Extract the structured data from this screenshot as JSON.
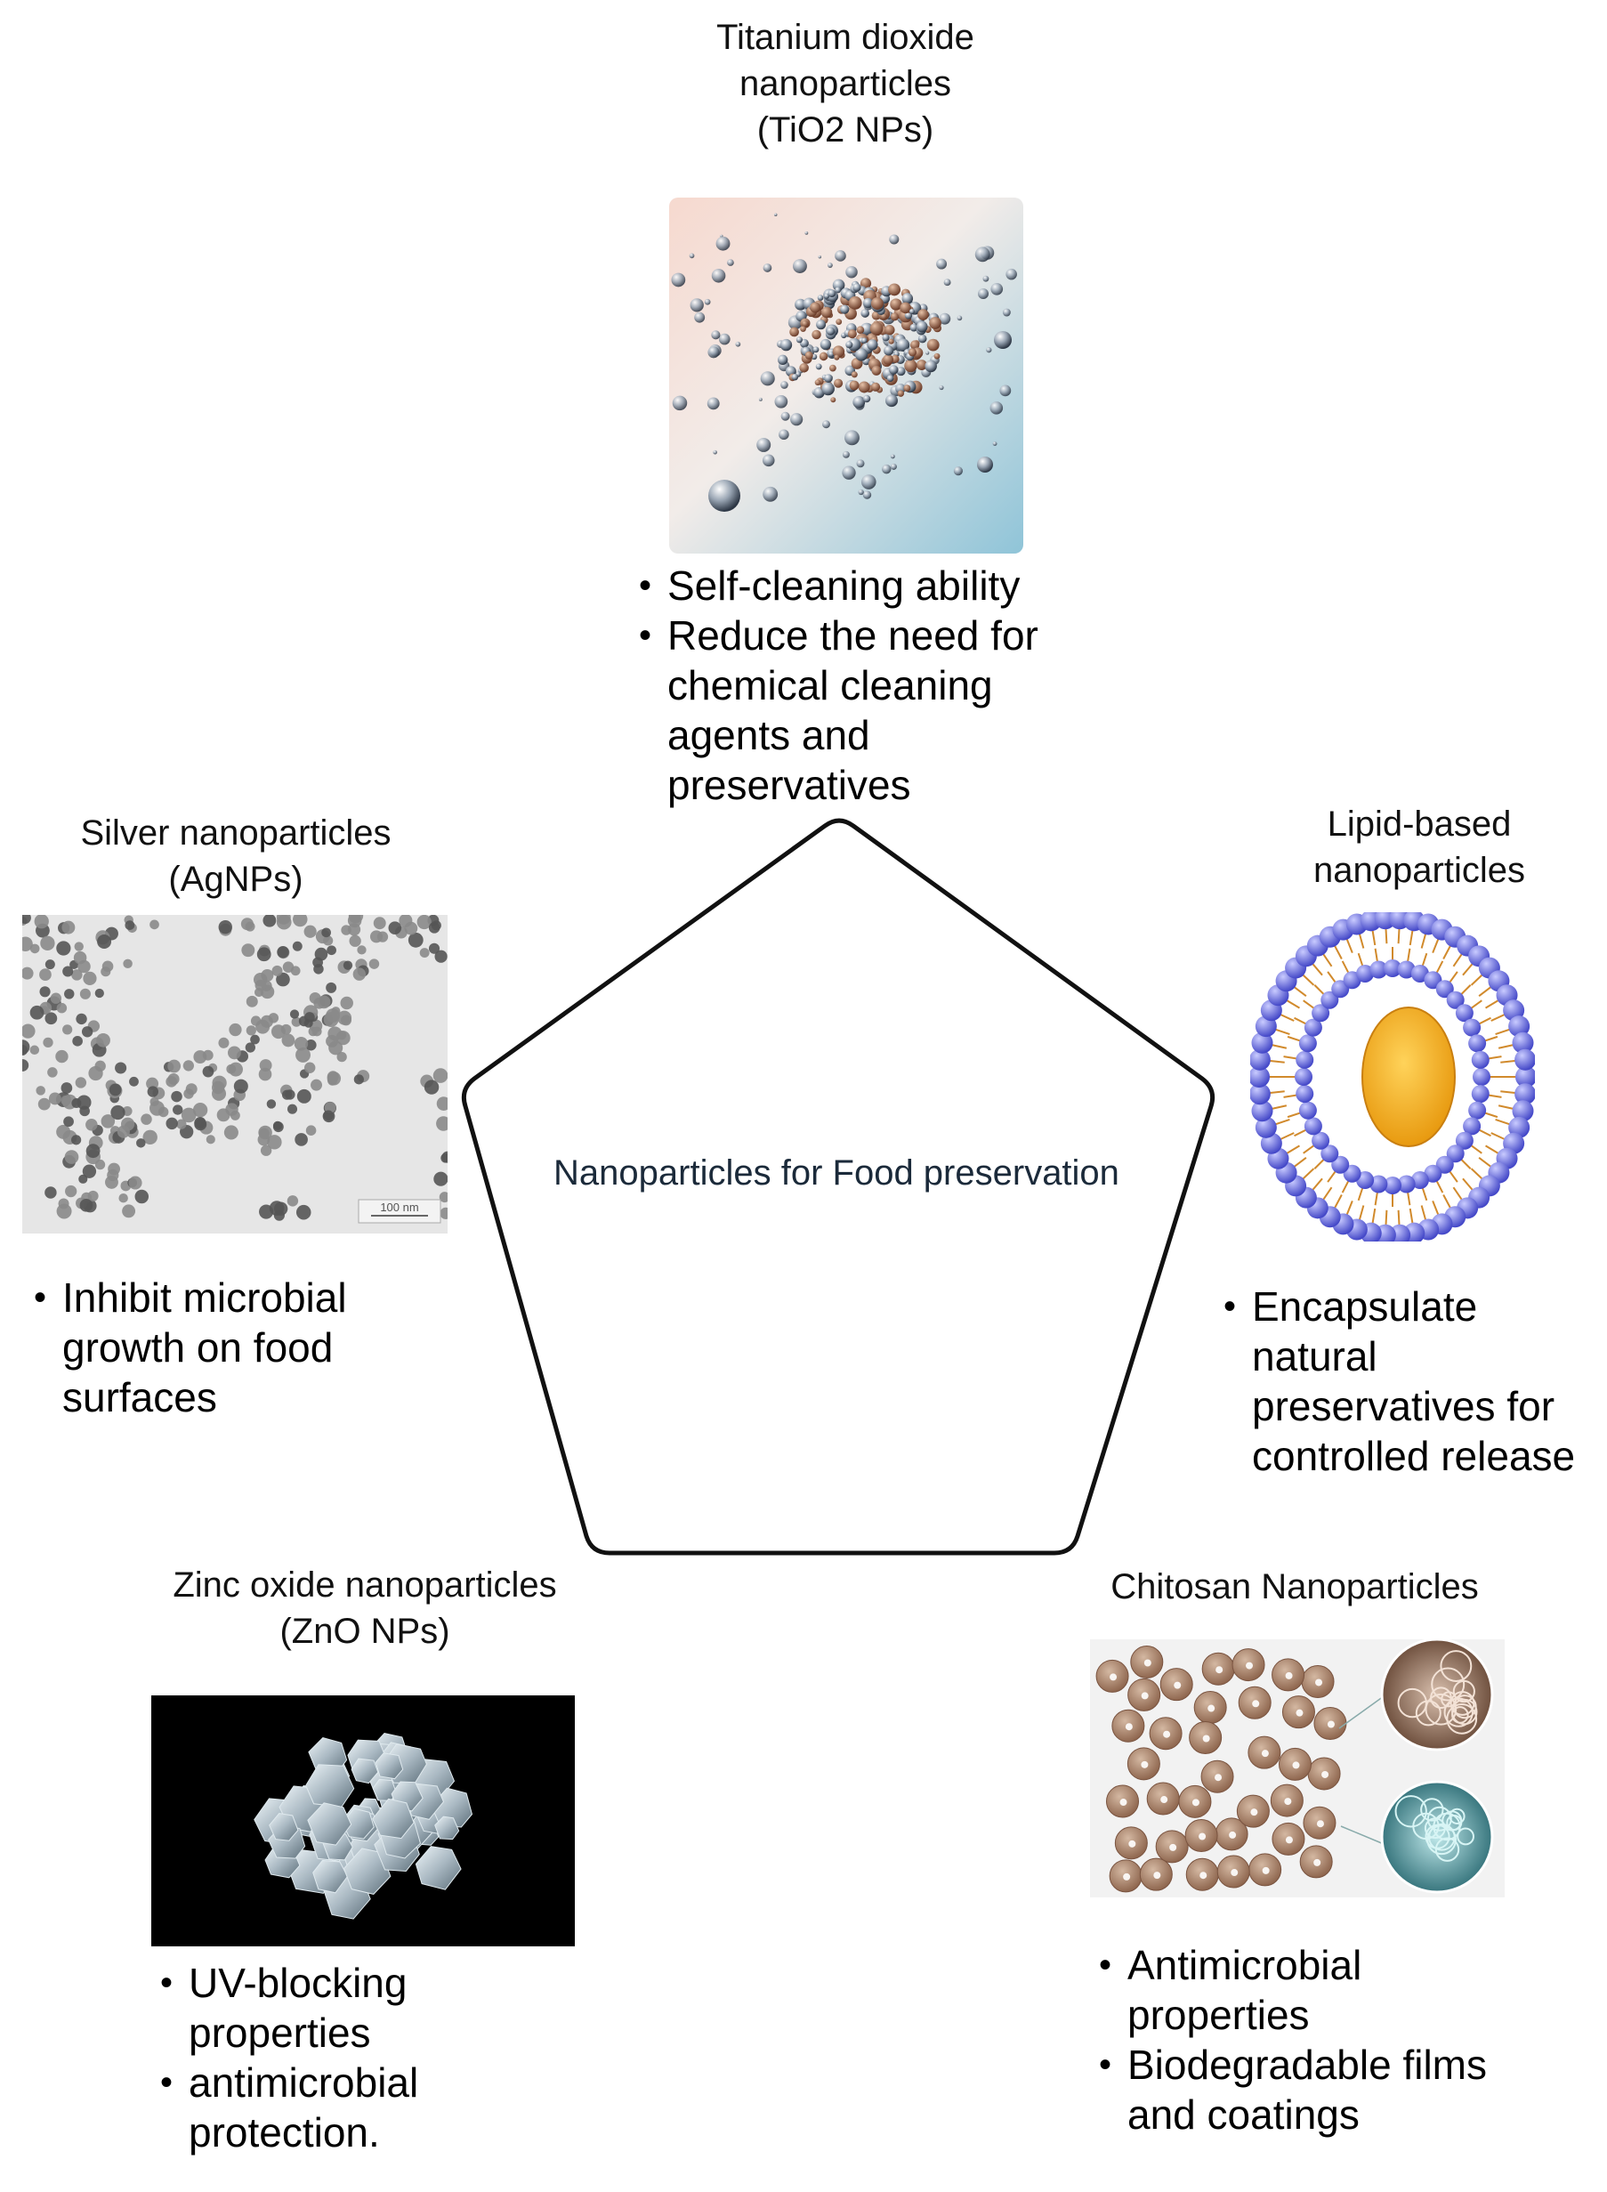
{
  "center": {
    "label": "Nanoparticles for Food preservation"
  },
  "nodes": {
    "tio2": {
      "title_lines": [
        "Titanium dioxide",
        "nanoparticles",
        "(TiO2 NPs)"
      ],
      "bullets": [
        "Self-cleaning ability",
        "Reduce the need for chemical cleaning agents and preservatives"
      ]
    },
    "silver": {
      "title_lines": [
        "Silver nanoparticles",
        "(AgNPs)"
      ],
      "scale_label": "100 nm",
      "bullets": [
        "Inhibit microbial growth on food surfaces"
      ]
    },
    "lipid": {
      "title_lines": [
        "Lipid-based",
        "nanoparticles"
      ],
      "bullets": [
        "Encapsulate natural preservatives for controlled release"
      ]
    },
    "zinc": {
      "title_lines": [
        "Zinc oxide nanoparticles",
        "(ZnO NPs)"
      ],
      "bullets": [
        "UV-blocking properties",
        "antimicrobial protection."
      ]
    },
    "chitosan": {
      "title_lines": [
        "Chitosan Nanoparticles"
      ],
      "bullets": [
        "Antimicrobial properties",
        "Biodegradable films and coatings"
      ]
    }
  },
  "colors": {
    "outline": "#111111",
    "lipid_head": "#6b6fe0",
    "lipid_core": "#f5b21c",
    "chitosan_bead": "#a8836a",
    "zno_background": "#000000"
  }
}
